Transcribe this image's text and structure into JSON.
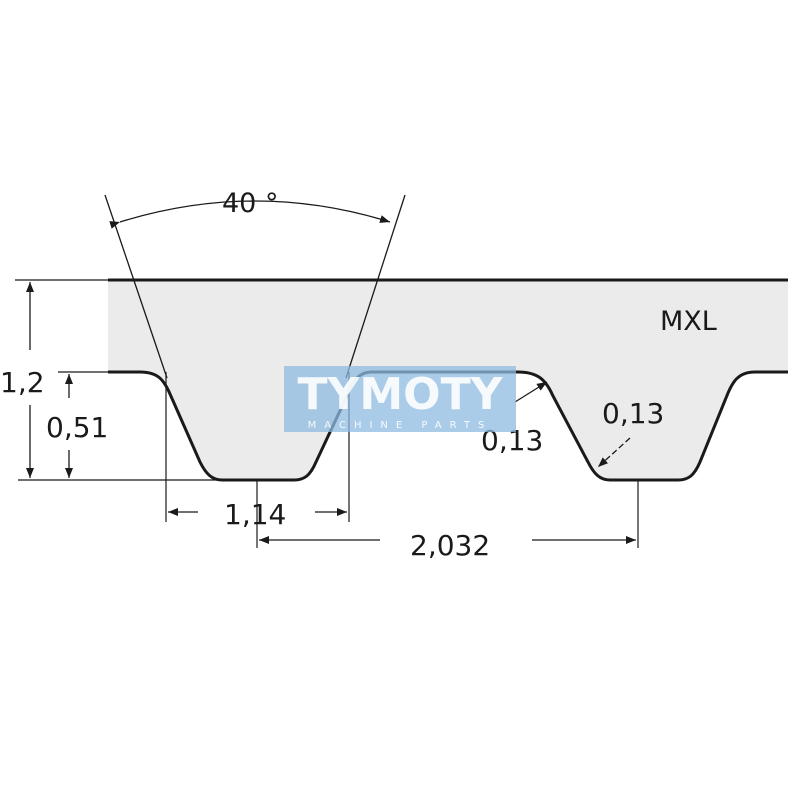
{
  "diagram": {
    "profile_label": "MXL",
    "angle_label": "40 °",
    "total_height_label": "1,2",
    "tooth_height_label": "0,51",
    "tooth_width_label": "1,14",
    "pitch_label": "2,032",
    "root_radius_label": "0,13",
    "tip_radius_label": "0,13"
  },
  "watermark": {
    "brand": "TYMOTY",
    "tagline": "MACHINE PARTS",
    "color": "#8fbbe0"
  },
  "colors": {
    "belt_fill": "#ebebeb",
    "line": "#1a1a1a"
  }
}
